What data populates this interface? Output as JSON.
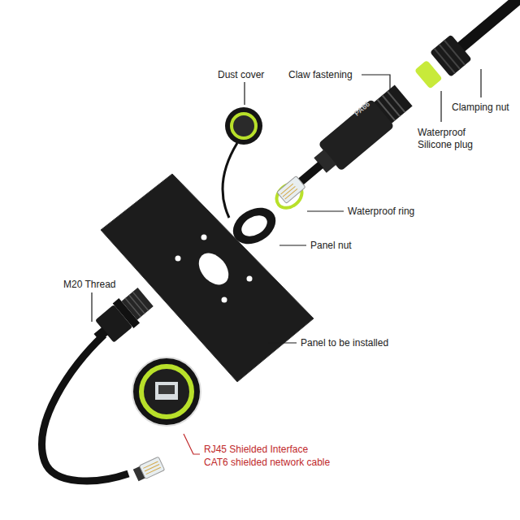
{
  "diagram": {
    "labels": [
      "Dust cover",
      "Claw fastening",
      "PA66",
      "Clamping nut",
      "Waterproof Silicone plug",
      "Waterproof ring",
      "Panel nut",
      "M20 Thread",
      "Panel to be installed",
      "RJ45 Shielded Interface",
      "CAT6 shielded network cable"
    ]
  }
}
